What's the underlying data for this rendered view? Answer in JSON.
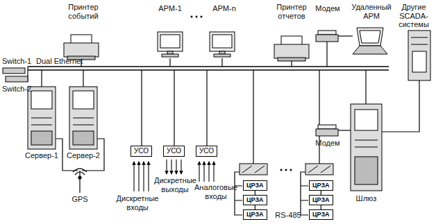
{
  "diagram": {
    "nodes": [
      {
        "text": [
          "УСО"
        ]
      },
      {
        "text": [
          "УСО"
        ]
      },
      {
        "text": [
          "УСО"
        ]
      },
      {
        "text": [
          "ЦРЗА"
        ]
      },
      {
        "text": [
          "ЦРЗА"
        ]
      },
      {
        "text": [
          "ЦРЗА"
        ]
      },
      {
        "text": [
          "ЦРЗА"
        ]
      },
      {
        "text": [
          "ЦРЗА"
        ]
      },
      {
        "text": [
          "ЦРЗА"
        ]
      }
    ],
    "edges": [
      {
        "from": 3,
        "to": 5,
        "arrow": "none"
      },
      {
        "from": 5,
        "to": 7,
        "arrow": "none"
      },
      {
        "from": 4,
        "to": 6,
        "arrow": "none"
      },
      {
        "from": 6,
        "to": 8,
        "arrow": "none"
      }
    ],
    "labels": [
      "Принтер событий",
      "АРМ-1",
      "АРМ-n",
      "Принтер отчетов",
      "Модем",
      "Удаленный АРМ",
      "Другие SCADA- системы",
      "Switch-1",
      "Dual Ethernet",
      "Switch-2",
      "Модем",
      "Сервер-1",
      "Сервер-2",
      "Шлюз",
      "GPS",
      "Дискретные выходы",
      "Дискретные входы",
      "Аналоговые входы",
      "RS-485"
    ]
  }
}
